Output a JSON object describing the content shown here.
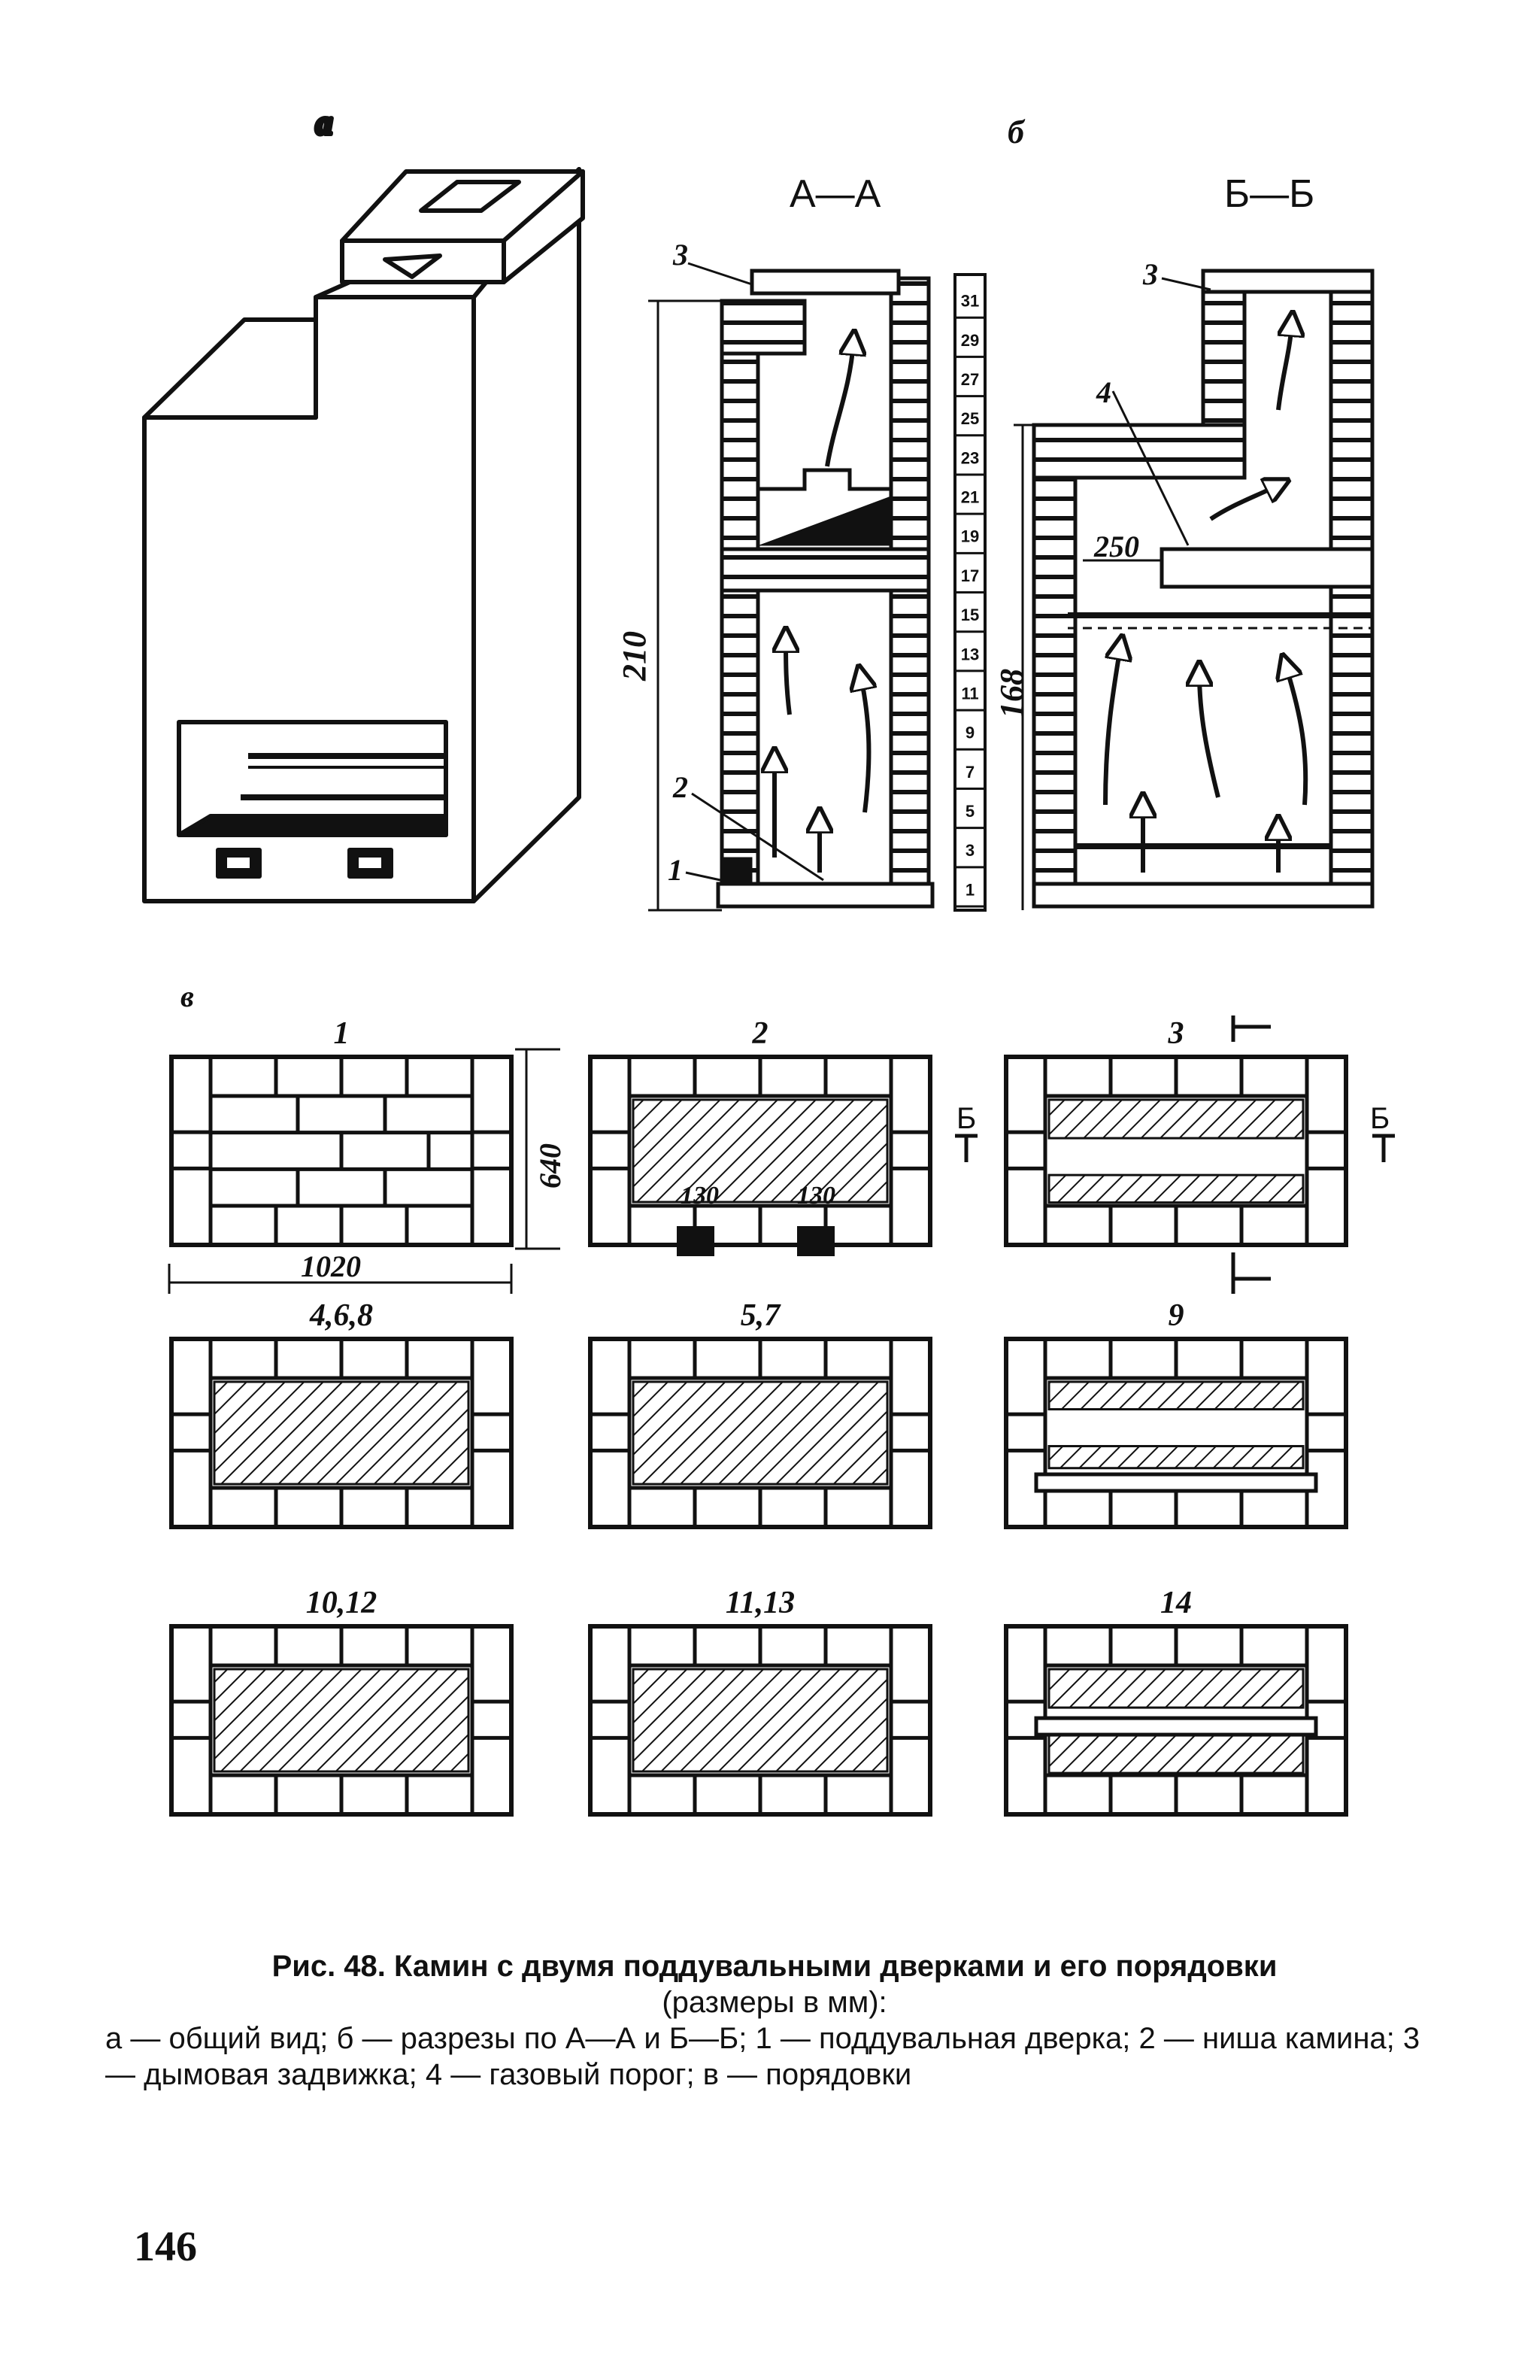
{
  "labels": {
    "part_a": "а",
    "part_b": "б",
    "part_v": "в",
    "section_aa": "А—А",
    "section_bb": "Б—Б",
    "callout_1": "1",
    "callout_2": "2",
    "callout_3": "3",
    "callout_4": "4",
    "dim_210": "210",
    "dim_168": "168",
    "dim_250": "250",
    "dim_640": "640",
    "dim_1020": "1020",
    "dim_130": "130",
    "cut_b": "Б"
  },
  "course_numbers": [
    "31",
    "29",
    "27",
    "25",
    "23",
    "21",
    "19",
    "17",
    "15",
    "13",
    "11",
    "9",
    "7",
    "5",
    "3",
    "1"
  ],
  "plans": [
    {
      "label": "1"
    },
    {
      "label": "2"
    },
    {
      "label": "3"
    },
    {
      "label": "4,6,8"
    },
    {
      "label": "5,7"
    },
    {
      "label": "9"
    },
    {
      "label": "10,12"
    },
    {
      "label": "11,13"
    },
    {
      "label": "14"
    }
  ],
  "caption": {
    "title": "Рис. 48. Камин с двумя поддувальными дверками и его порядовки",
    "subtitle": "(размеры в мм):",
    "legend": "а — общий вид; б — разрезы по А—А и Б—Б; 1 — поддувальная дверка; 2 — ниша камина; 3 — дымовая задвижка; 4 — газовый порог; в — порядовки"
  },
  "page_number": "146"
}
